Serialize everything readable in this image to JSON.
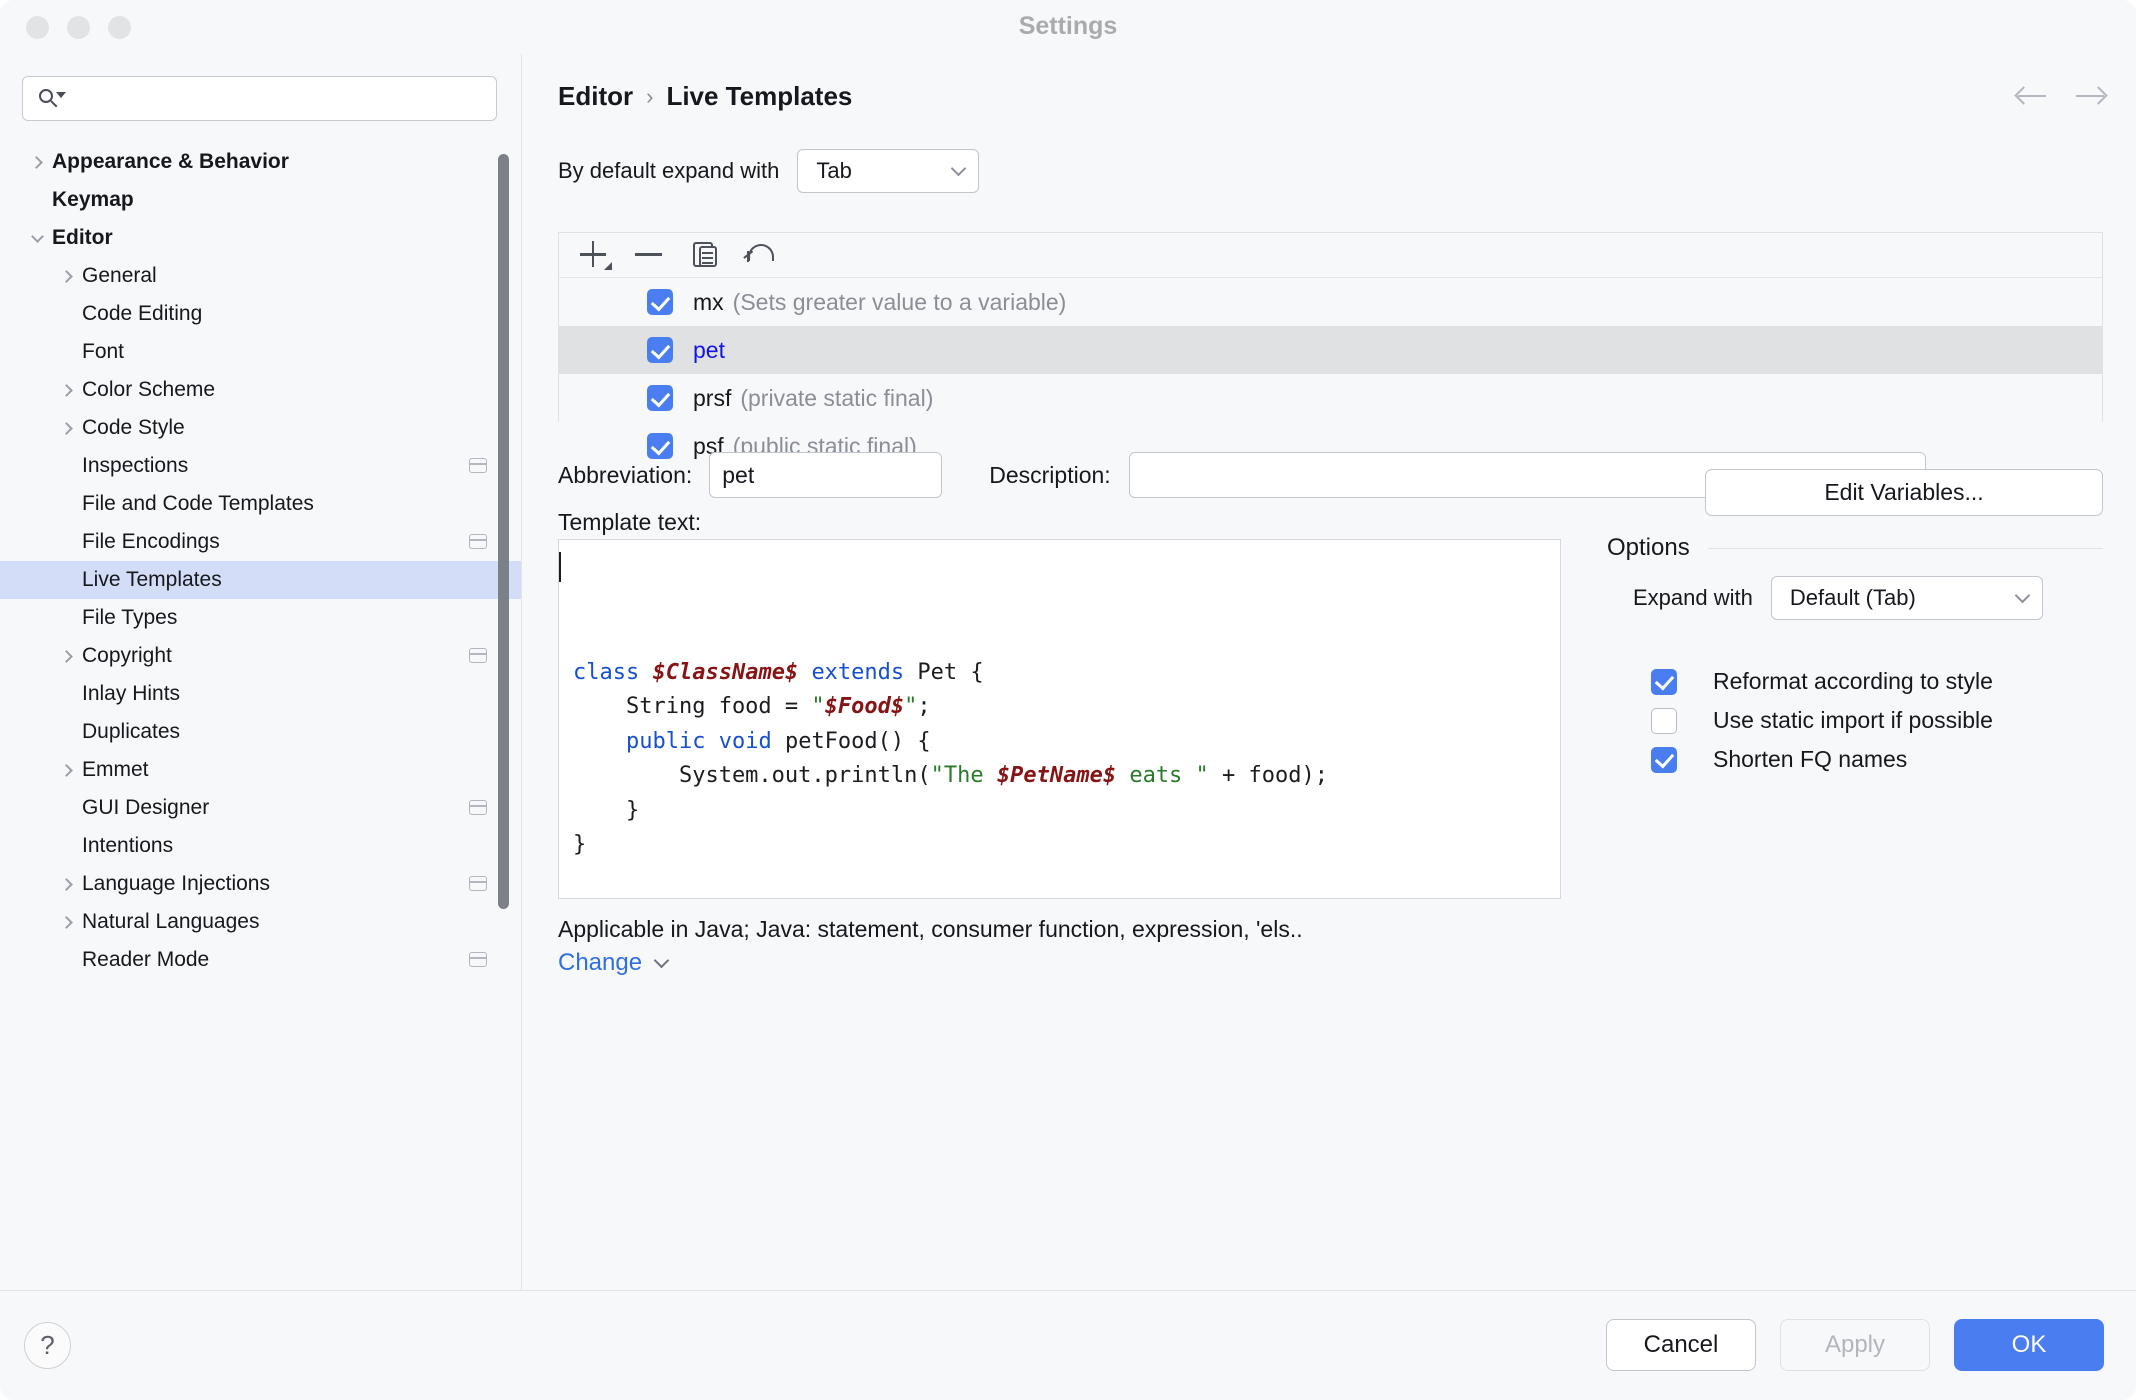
{
  "window": {
    "title": "Settings"
  },
  "search": {
    "value": "",
    "placeholder": "",
    "icon": "search-icon"
  },
  "sidebar": {
    "items": [
      {
        "label": "Appearance & Behavior",
        "indent": 0,
        "twisty": "right",
        "bold": true,
        "selected": false,
        "project_icon": false
      },
      {
        "label": "Keymap",
        "indent": 0,
        "twisty": "none",
        "bold": true,
        "selected": false,
        "project_icon": false
      },
      {
        "label": "Editor",
        "indent": 0,
        "twisty": "down",
        "bold": true,
        "selected": false,
        "project_icon": false
      },
      {
        "label": "General",
        "indent": 1,
        "twisty": "right",
        "bold": false,
        "selected": false,
        "project_icon": false
      },
      {
        "label": "Code Editing",
        "indent": 1,
        "twisty": "none",
        "bold": false,
        "selected": false,
        "project_icon": false
      },
      {
        "label": "Font",
        "indent": 1,
        "twisty": "none",
        "bold": false,
        "selected": false,
        "project_icon": false
      },
      {
        "label": "Color Scheme",
        "indent": 1,
        "twisty": "right",
        "bold": false,
        "selected": false,
        "project_icon": false
      },
      {
        "label": "Code Style",
        "indent": 1,
        "twisty": "right",
        "bold": false,
        "selected": false,
        "project_icon": false
      },
      {
        "label": "Inspections",
        "indent": 1,
        "twisty": "none",
        "bold": false,
        "selected": false,
        "project_icon": true
      },
      {
        "label": "File and Code Templates",
        "indent": 1,
        "twisty": "none",
        "bold": false,
        "selected": false,
        "project_icon": false
      },
      {
        "label": "File Encodings",
        "indent": 1,
        "twisty": "none",
        "bold": false,
        "selected": false,
        "project_icon": true
      },
      {
        "label": "Live Templates",
        "indent": 1,
        "twisty": "none",
        "bold": false,
        "selected": true,
        "project_icon": false
      },
      {
        "label": "File Types",
        "indent": 1,
        "twisty": "none",
        "bold": false,
        "selected": false,
        "project_icon": false
      },
      {
        "label": "Copyright",
        "indent": 1,
        "twisty": "right",
        "bold": false,
        "selected": false,
        "project_icon": true
      },
      {
        "label": "Inlay Hints",
        "indent": 1,
        "twisty": "none",
        "bold": false,
        "selected": false,
        "project_icon": false
      },
      {
        "label": "Duplicates",
        "indent": 1,
        "twisty": "none",
        "bold": false,
        "selected": false,
        "project_icon": false
      },
      {
        "label": "Emmet",
        "indent": 1,
        "twisty": "right",
        "bold": false,
        "selected": false,
        "project_icon": false
      },
      {
        "label": "GUI Designer",
        "indent": 1,
        "twisty": "none",
        "bold": false,
        "selected": false,
        "project_icon": true
      },
      {
        "label": "Intentions",
        "indent": 1,
        "twisty": "none",
        "bold": false,
        "selected": false,
        "project_icon": false
      },
      {
        "label": "Language Injections",
        "indent": 1,
        "twisty": "right",
        "bold": false,
        "selected": false,
        "project_icon": true
      },
      {
        "label": "Natural Languages",
        "indent": 1,
        "twisty": "right",
        "bold": false,
        "selected": false,
        "project_icon": false
      },
      {
        "label": "Reader Mode",
        "indent": 1,
        "twisty": "none",
        "bold": false,
        "selected": false,
        "project_icon": true
      }
    ]
  },
  "main": {
    "breadcrumb": {
      "root": "Editor",
      "separator": "›",
      "leaf": "Live Templates"
    },
    "nav": {
      "back_icon": "arrow-left-icon",
      "forward_icon": "arrow-right-icon"
    },
    "expand_with": {
      "label": "By default expand with",
      "value": "Tab"
    },
    "toolbar": {
      "add_icon": "plus-icon",
      "remove_icon": "minus-icon",
      "duplicate_icon": "copy-icon",
      "restore_icon": "undo-icon"
    },
    "templates": [
      {
        "abbreviation": "mx",
        "description": "(Sets greater value to a variable)",
        "checked": true,
        "selected": false
      },
      {
        "abbreviation": "pet",
        "description": "",
        "checked": true,
        "selected": true
      },
      {
        "abbreviation": "prsf",
        "description": "(private static final)",
        "checked": true,
        "selected": false
      },
      {
        "abbreviation": "psf",
        "description": "(public static final)",
        "checked": true,
        "selected": false
      }
    ],
    "abbreviation": {
      "label": "Abbreviation:",
      "value": "pet"
    },
    "description": {
      "label": "Description:",
      "value": ""
    },
    "template_text": {
      "label": "Template text:",
      "lines": [
        [
          {
            "t": "class ",
            "c": "kw"
          },
          {
            "t": "$ClassName$",
            "c": "var"
          },
          {
            "t": " ",
            "c": ""
          },
          {
            "t": "extends",
            "c": "kw"
          },
          {
            "t": " Pet {",
            "c": ""
          }
        ],
        [
          {
            "t": "    String food = ",
            "c": ""
          },
          {
            "t": "\"",
            "c": "str"
          },
          {
            "t": "$Food$",
            "c": "var"
          },
          {
            "t": "\"",
            "c": "str"
          },
          {
            "t": ";",
            "c": ""
          }
        ],
        [
          {
            "t": "    ",
            "c": ""
          },
          {
            "t": "public",
            "c": "kw"
          },
          {
            "t": " ",
            "c": ""
          },
          {
            "t": "void",
            "c": "kw"
          },
          {
            "t": " petFood() {",
            "c": ""
          }
        ],
        [
          {
            "t": "        System.out.println(",
            "c": ""
          },
          {
            "t": "\"The ",
            "c": "str"
          },
          {
            "t": "$PetName$",
            "c": "var"
          },
          {
            "t": " eats \"",
            "c": "str"
          },
          {
            "t": " + food);",
            "c": ""
          }
        ],
        [
          {
            "t": "    }",
            "c": ""
          }
        ],
        [
          {
            "t": "}",
            "c": ""
          }
        ]
      ]
    },
    "applicable": "Applicable in Java; Java: statement, consumer function, expression, 'els..",
    "change_link": "Change",
    "edit_variables_button": "Edit Variables...",
    "options": {
      "title": "Options",
      "expand_with": {
        "label": "Expand with",
        "value": "Default (Tab)"
      },
      "checkboxes": [
        {
          "label": "Reformat according to style",
          "checked": true
        },
        {
          "label": "Use static import if possible",
          "checked": false
        },
        {
          "label": "Shorten FQ names",
          "checked": true
        }
      ]
    }
  },
  "footer": {
    "help_icon": "question-mark-icon",
    "cancel": "Cancel",
    "apply": "Apply",
    "ok": "OK"
  },
  "colors": {
    "accent": "#4a7ef0",
    "selection": "#d4ddf7",
    "row_selection": "#e0e1e3",
    "link": "#2f6fe0",
    "keyword": "#1750cf",
    "variable": "#871414",
    "string": "#2a7a2a"
  }
}
